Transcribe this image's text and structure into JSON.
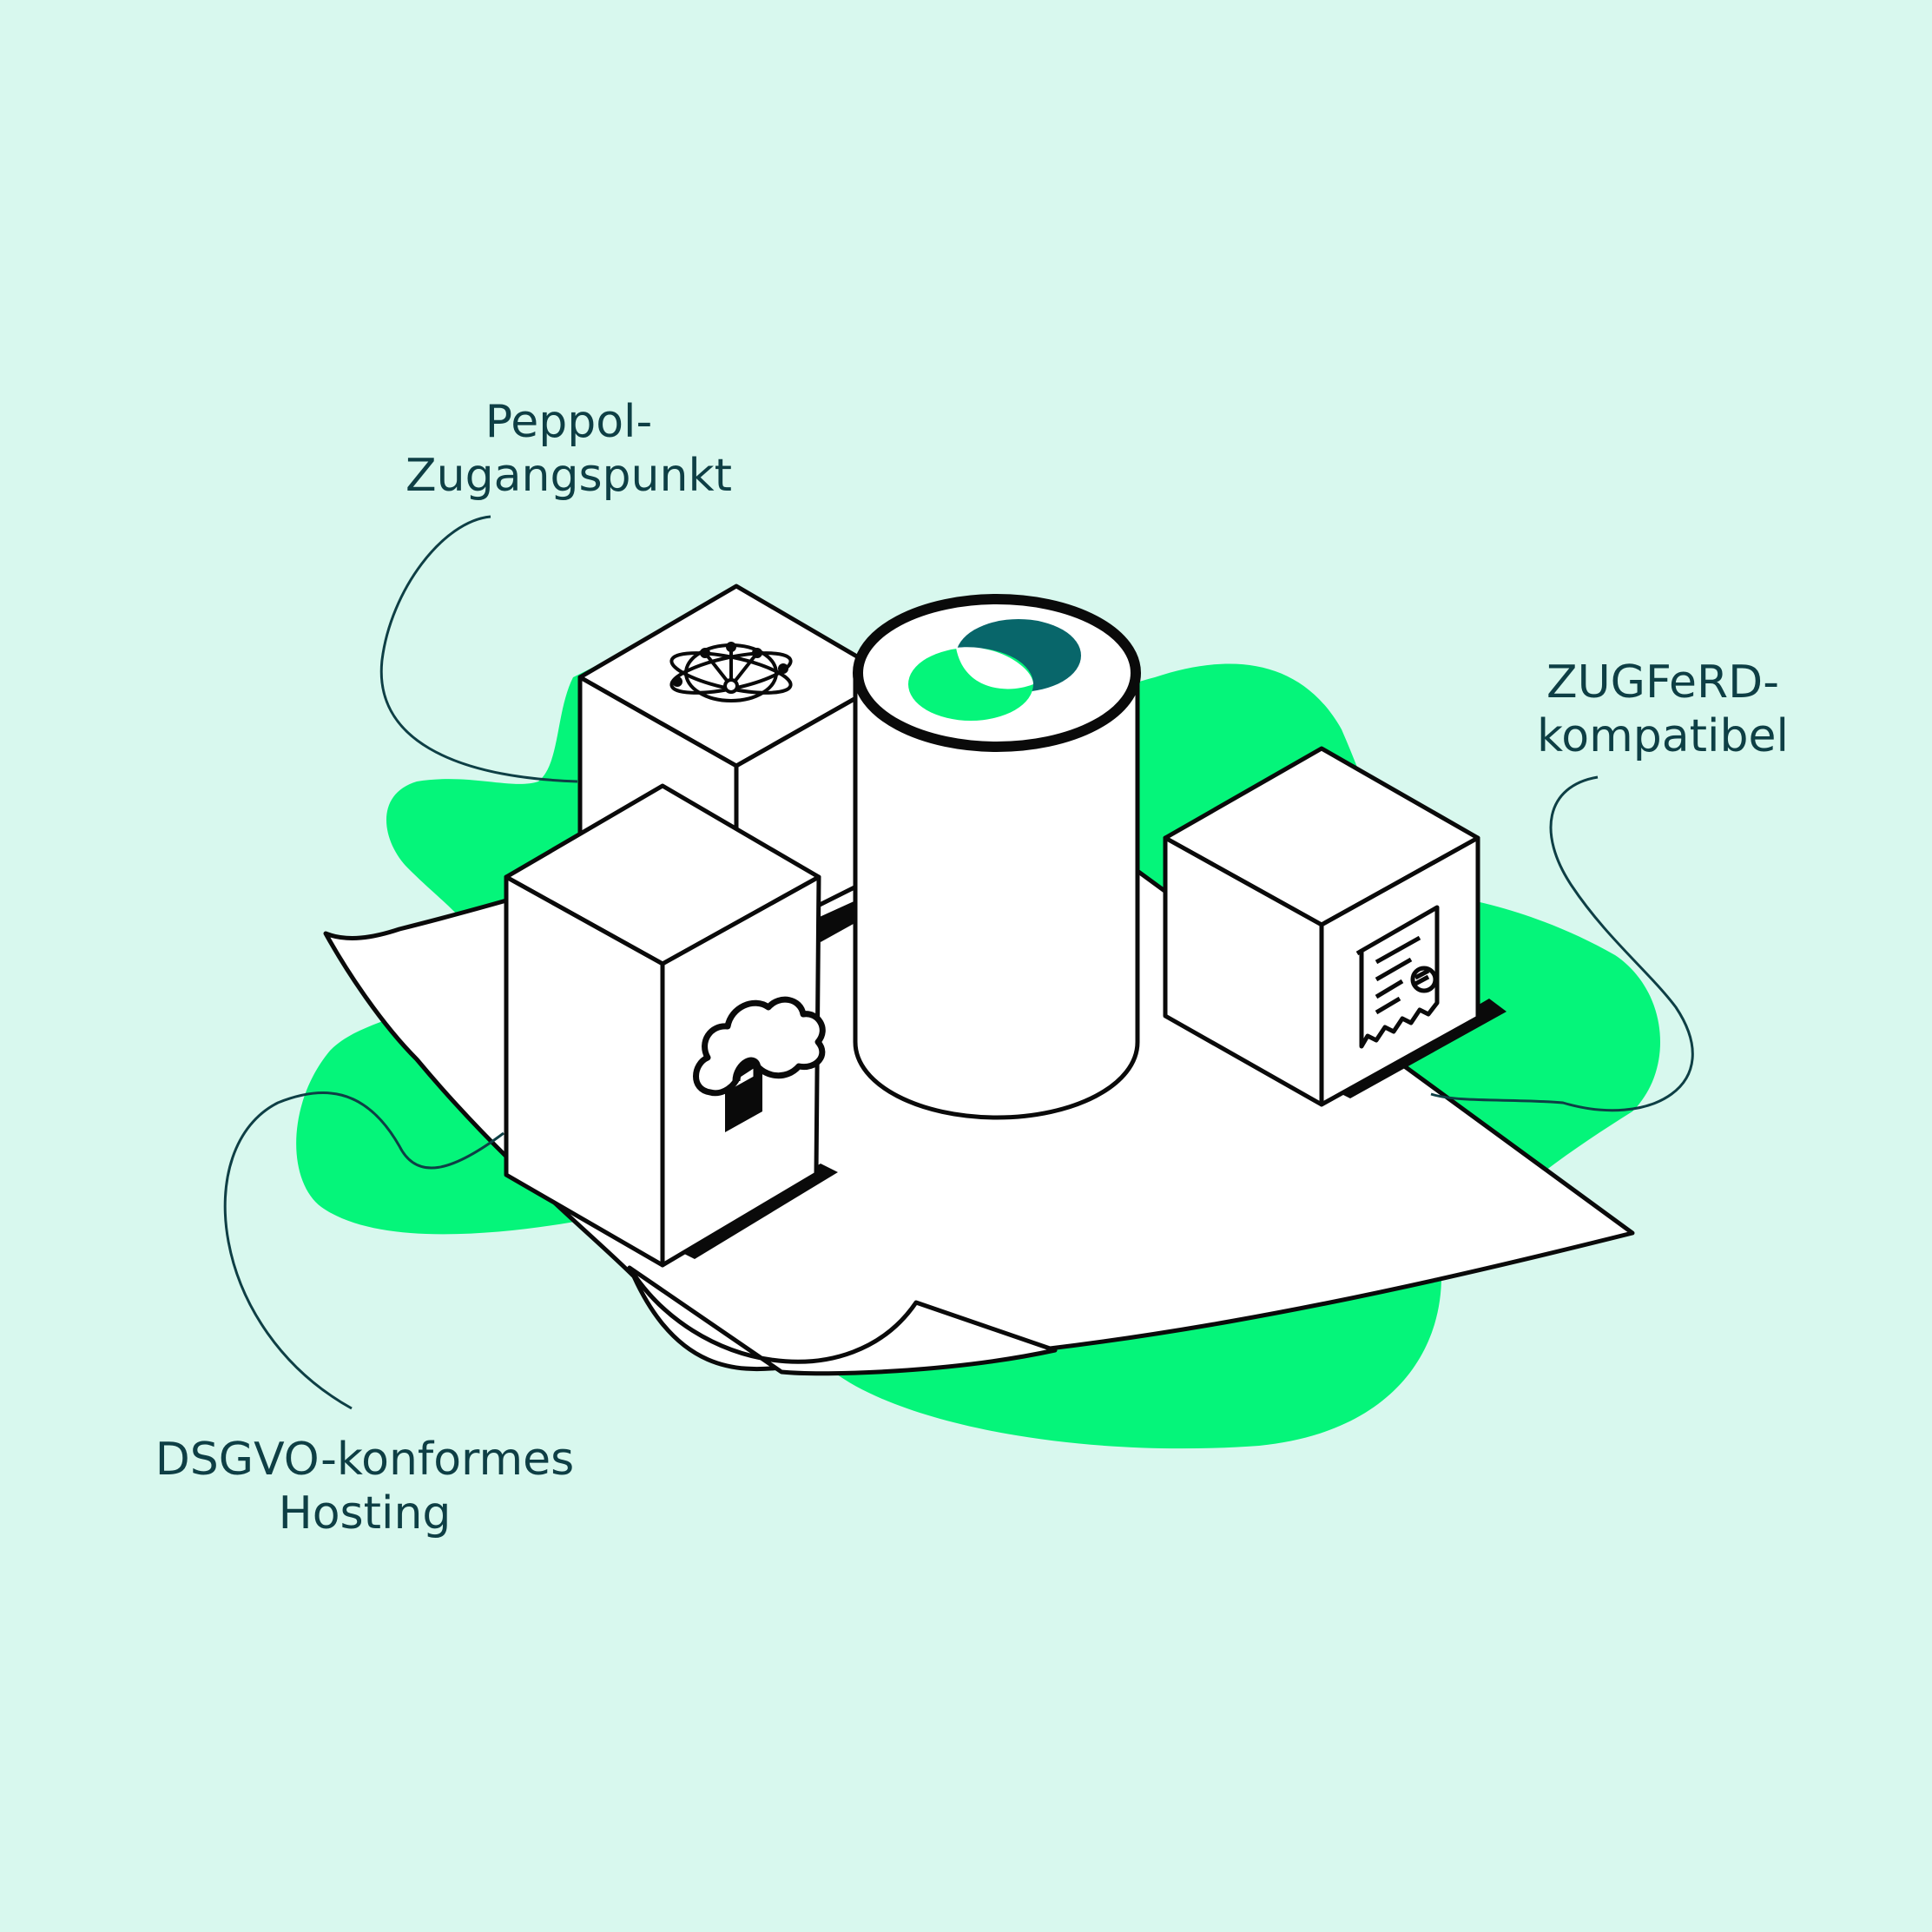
{
  "labels": {
    "peppol": {
      "line1": "Peppol-",
      "line2": "Zugangspunkt"
    },
    "zugferd": {
      "line1": "ZUGFeRD-",
      "line2": "kompatibel"
    },
    "dsgvo": {
      "line1": "DSGVO-konformes",
      "line2": "Hosting"
    }
  },
  "colors": {
    "background": "#d8f8ee",
    "blob": "#05f57a",
    "outline": "#0a0a0a",
    "face": "#ffffff",
    "label_text": "#0e3f45",
    "logo_dark": "#08666a",
    "logo_green": "#05f57a"
  },
  "icons": {
    "peppol_cube": "network-globe-icon",
    "dsgvo_block": "cloud-lock-icon",
    "zugferd_cube": "euro-receipt-icon",
    "cylinder": "brand-logo-icon"
  }
}
